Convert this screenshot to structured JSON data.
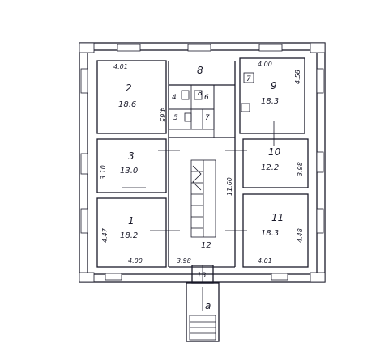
{
  "rooms": {
    "r1": {
      "number": "1",
      "area": "18.2"
    },
    "r2": {
      "number": "2",
      "area": "18.6"
    },
    "r3": {
      "number": "3",
      "area": "13.0"
    },
    "r4": {
      "number": "4"
    },
    "r5": {
      "number": "5"
    },
    "r6": {
      "number": "6"
    },
    "r7": {
      "number": "7"
    },
    "r8": {
      "number": "8"
    },
    "r9": {
      "number": "9",
      "area": "18.3"
    },
    "r10": {
      "number": "10",
      "area": "12.2"
    },
    "r11": {
      "number": "11",
      "area": "18.3"
    },
    "r12": {
      "number": "12"
    },
    "r13": {
      "number": "13"
    },
    "ra": {
      "number": "a"
    }
  },
  "dimensions": {
    "d401_top": "4.01",
    "d465": "4.65",
    "d400_top": "4.00",
    "d458": "4.58",
    "d310": "3.10",
    "d398_v": "3.98",
    "d1160": "11.60",
    "d447": "4.47",
    "d448": "4.48",
    "d400_bot": "4.00",
    "d398_bot": "3.98",
    "d401_bot": "4.01"
  },
  "marks": {
    "m7": "7",
    "m8": "8"
  }
}
